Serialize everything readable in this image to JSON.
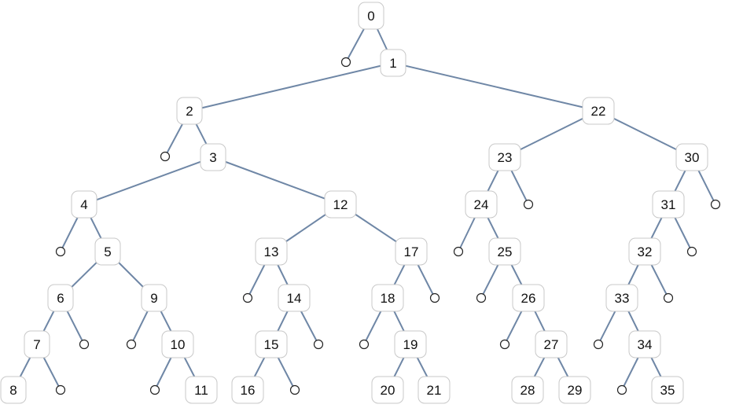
{
  "diagram": {
    "type": "binary-tree",
    "nodes": [
      {
        "id": "0",
        "label": "0"
      },
      {
        "id": "1",
        "label": "1"
      },
      {
        "id": "2",
        "label": "2"
      },
      {
        "id": "3",
        "label": "3"
      },
      {
        "id": "4",
        "label": "4"
      },
      {
        "id": "5",
        "label": "5"
      },
      {
        "id": "6",
        "label": "6"
      },
      {
        "id": "7",
        "label": "7"
      },
      {
        "id": "8",
        "label": "8"
      },
      {
        "id": "9",
        "label": "9"
      },
      {
        "id": "10",
        "label": "10"
      },
      {
        "id": "11",
        "label": "11"
      },
      {
        "id": "12",
        "label": "12"
      },
      {
        "id": "13",
        "label": "13"
      },
      {
        "id": "14",
        "label": "14"
      },
      {
        "id": "15",
        "label": "15"
      },
      {
        "id": "16",
        "label": "16"
      },
      {
        "id": "17",
        "label": "17"
      },
      {
        "id": "18",
        "label": "18"
      },
      {
        "id": "19",
        "label": "19"
      },
      {
        "id": "20",
        "label": "20"
      },
      {
        "id": "21",
        "label": "21"
      },
      {
        "id": "22",
        "label": "22"
      },
      {
        "id": "23",
        "label": "23"
      },
      {
        "id": "24",
        "label": "24"
      },
      {
        "id": "25",
        "label": "25"
      },
      {
        "id": "26",
        "label": "26"
      },
      {
        "id": "27",
        "label": "27"
      },
      {
        "id": "28",
        "label": "28"
      },
      {
        "id": "29",
        "label": "29"
      },
      {
        "id": "30",
        "label": "30"
      },
      {
        "id": "31",
        "label": "31"
      },
      {
        "id": "32",
        "label": "32"
      },
      {
        "id": "33",
        "label": "33"
      },
      {
        "id": "34",
        "label": "34"
      },
      {
        "id": "35",
        "label": "35"
      }
    ],
    "empty_leaf_symbol": "○",
    "edge_color": "#6f87a6",
    "node_border_color": "#c8c8c8"
  }
}
